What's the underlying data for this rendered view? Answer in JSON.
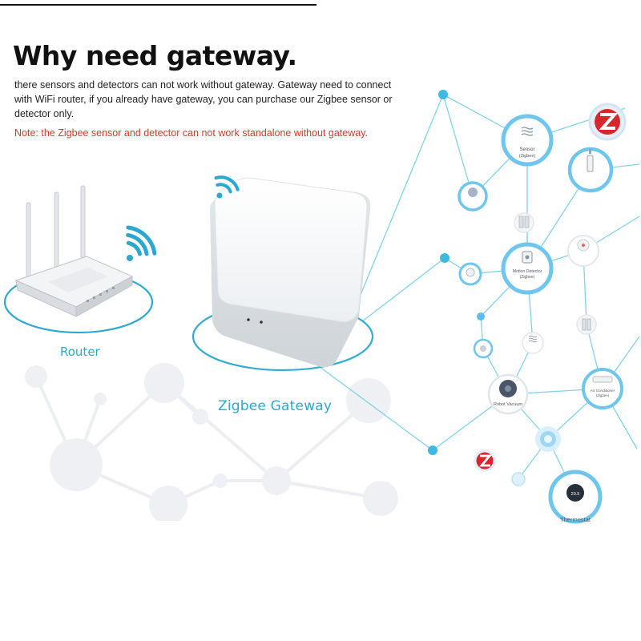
{
  "header": {
    "title": "Why need gateway.",
    "description": "there sensors and detectors can not work without gateway. Gateway need to connect with WiFi router, if you already have gateway, you can purchase our Zigbee sensor or detector only.",
    "note": "Note: the Zigbee sensor and detector can not work standalone without gateway."
  },
  "devices": {
    "router_label": "Router",
    "gateway_label": "Zigbee Gateway"
  },
  "network_nodes": {
    "sensor": {
      "line1": "Sensor",
      "line2": "(Zigbee)"
    },
    "motion_detector": {
      "line1": "Motion Detector",
      "line2": "(Zigbee)"
    },
    "robot_vacuum": {
      "line1": "Robot Vacuum"
    },
    "air_conditioner": {
      "line1": "Air Conditioner",
      "line2": "(Zigbee)"
    },
    "thermostat": {
      "line1": "Thermostat",
      "reading": "20.5"
    }
  },
  "colors": {
    "accent": "#2aa8d0",
    "network_line": "#7fd3ea",
    "node_ring": "#6ec6ee",
    "note_red": "#d33a2c",
    "zigbee_red": "#d8262c"
  },
  "icons": [
    "wifi-icon",
    "zigbee-logo-icon",
    "sensor-icon",
    "motion-detector-icon",
    "robot-vacuum-icon",
    "thermostat-icon"
  ]
}
